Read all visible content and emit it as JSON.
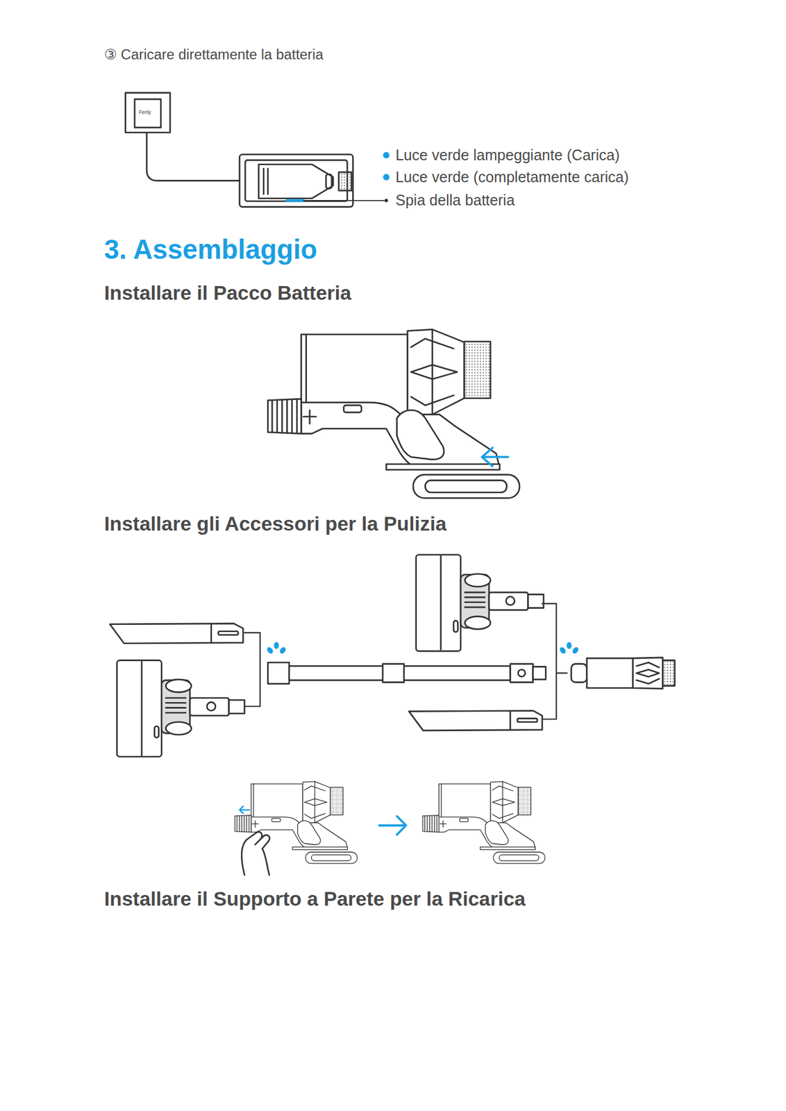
{
  "diagram": {
    "title": "3. Assemblaggio",
    "labels": [
      "③ Caricare direttamente la batteria",
      "Fenly",
      "Luce verde lampeggiante (Carica)",
      "Luce verde (completamente carica)",
      "Spia della batteria",
      "Installare il Pacco Batteria",
      "Installare gli Accessori per la Pulizia",
      "Installare il Supporto a Parete per la Ricarica"
    ]
  }
}
